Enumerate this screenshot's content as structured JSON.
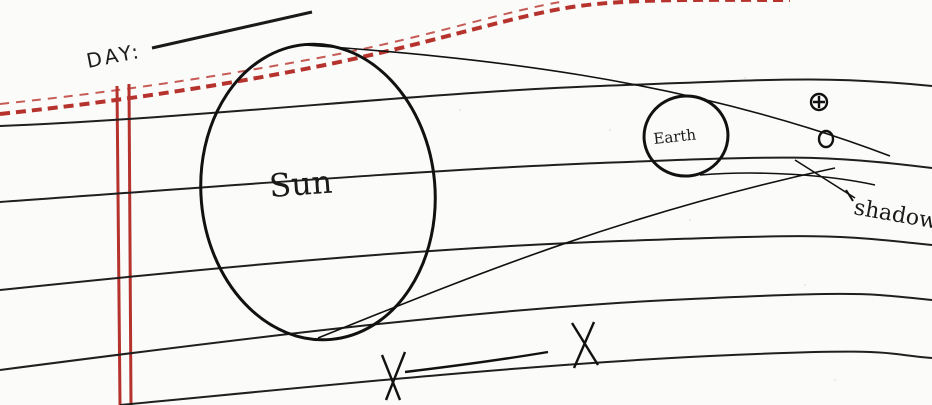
{
  "notebook": {
    "day_label": "DAY:",
    "margin_color": "#b6322c",
    "rule_color": "#1f1f1f",
    "ink_color": "#1a1a1a"
  },
  "diagram": {
    "sun_label": "Sun",
    "earth_label": "Earth",
    "shadow_label": "shadow"
  }
}
